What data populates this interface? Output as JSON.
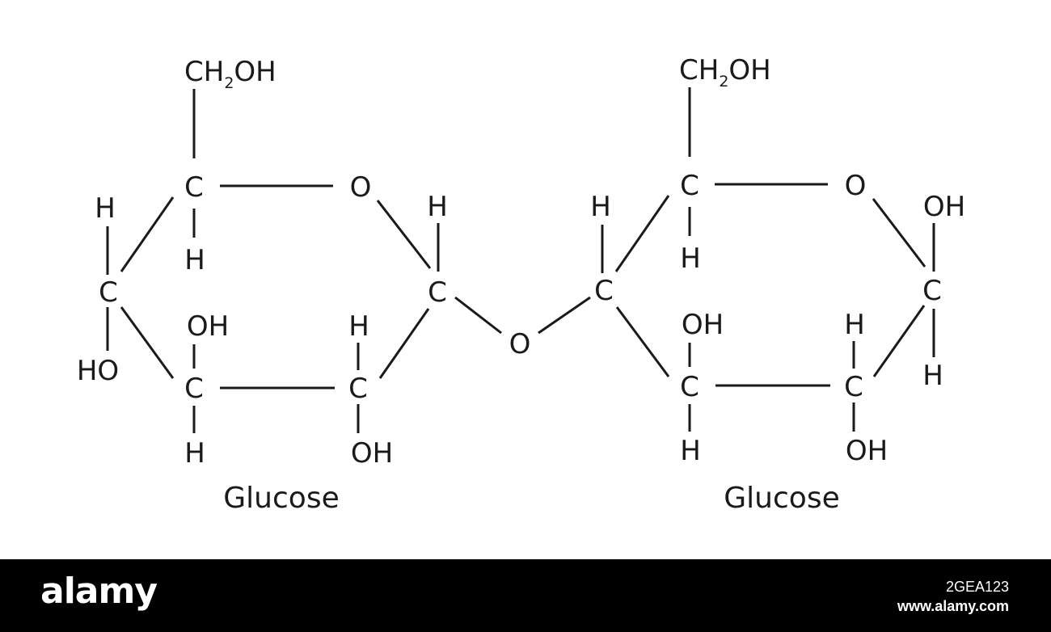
{
  "atoms": {
    "carbon": "C",
    "oxygen": "O",
    "hydrogen": "H",
    "hydroxyl": "OH",
    "hydroxyl_left": "HO",
    "ch2oh_prefix": "CH",
    "ch2oh_subscript": "2",
    "ch2oh_suffix": "OH"
  },
  "captions": {
    "left": "Glucose",
    "right": "Glucose"
  },
  "footer": {
    "brand": "alamy",
    "image_id": "2GEA123",
    "site": "www.alamy.com"
  }
}
